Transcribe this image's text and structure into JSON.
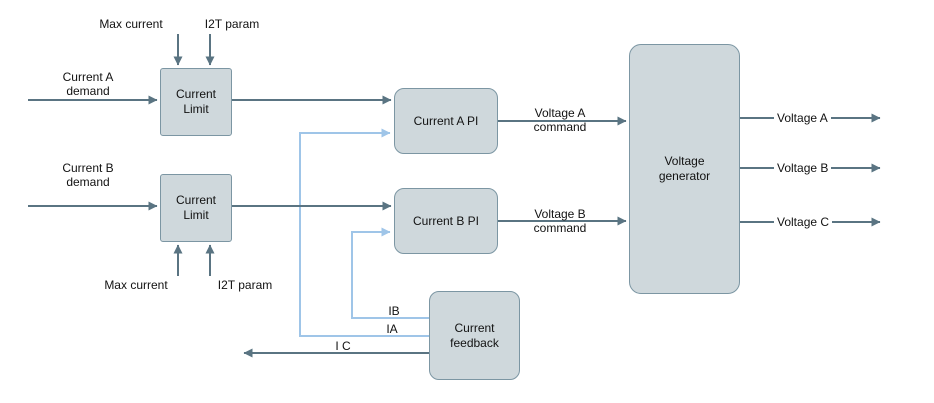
{
  "diagram": {
    "blocks": {
      "current_limit_a": "Current\nLimit",
      "current_limit_b": "Current\nLimit",
      "current_a_pi": "Current A PI",
      "current_b_pi": "Current B PI",
      "voltage_generator": "Voltage\ngenerator",
      "current_feedback": "Current\nfeedback"
    },
    "labels": {
      "max_current_top": "Max current",
      "i2t_param_top": "I2T param",
      "current_a_demand": "Current A\ndemand",
      "current_b_demand": "Current B\ndemand",
      "max_current_bottom": "Max current",
      "i2t_param_bottom": "I2T param",
      "voltage_a_command": "Voltage A\ncommand",
      "voltage_b_command": "Voltage B\ncommand",
      "voltage_a_out": "Voltage A",
      "voltage_b_out": "Voltage B",
      "voltage_c_out": "Voltage C",
      "ib": "IB",
      "ia": "IA",
      "ic": "I C"
    },
    "colors": {
      "block_fill": "#cfd8dc",
      "block_border": "#7c96a3",
      "connector": "#5a7482",
      "feedback_connector": "#9fc5e8"
    }
  }
}
